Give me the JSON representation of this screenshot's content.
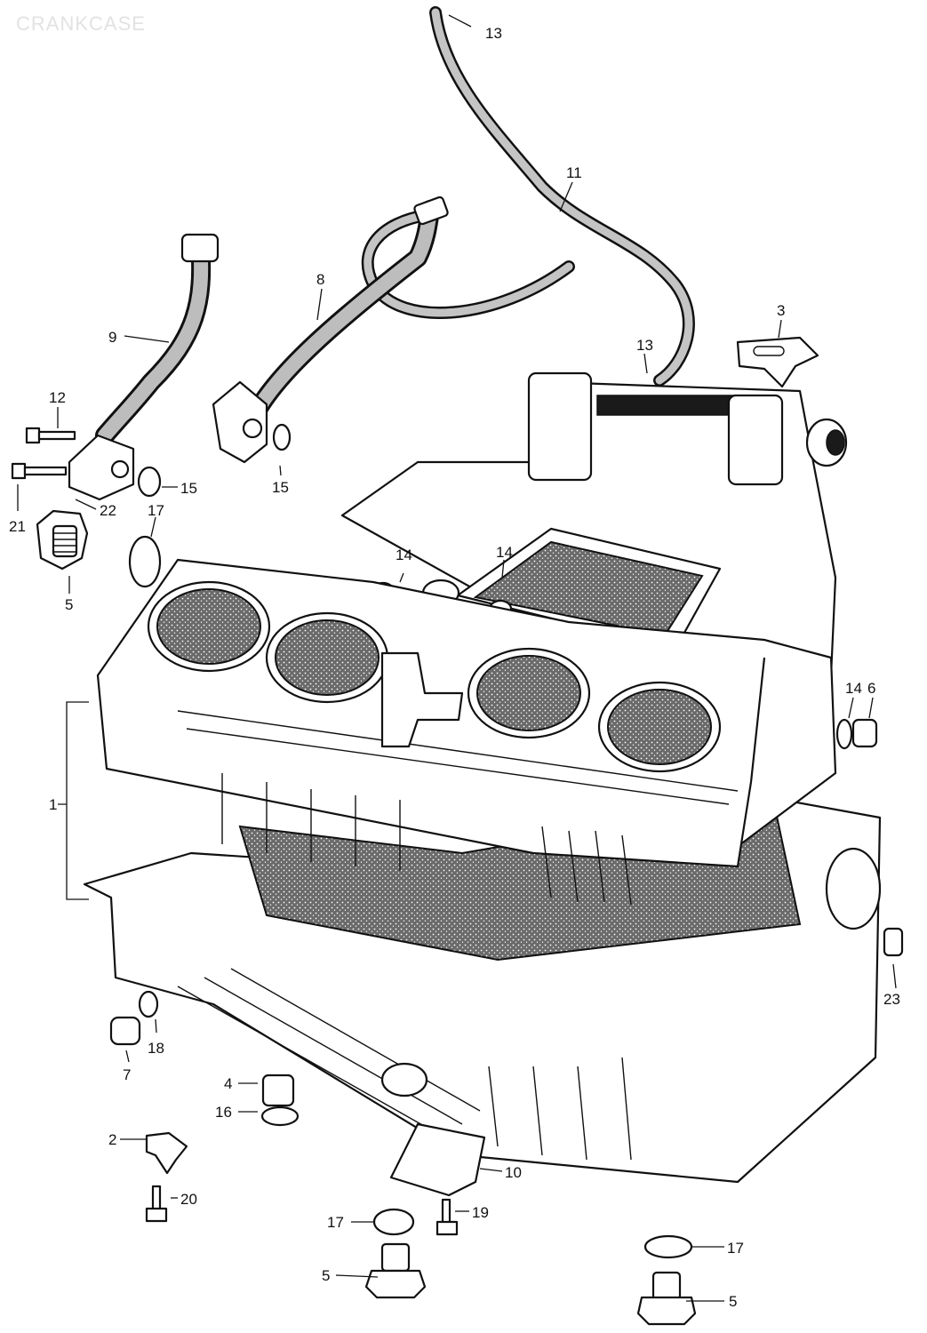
{
  "title": "CRANKCASE",
  "callouts": [
    {
      "key": "c13a",
      "text": "13"
    },
    {
      "key": "c11",
      "text": "11"
    },
    {
      "key": "c8",
      "text": "8"
    },
    {
      "key": "c3",
      "text": "3"
    },
    {
      "key": "c9",
      "text": "9"
    },
    {
      "key": "c13b",
      "text": "13"
    },
    {
      "key": "c12",
      "text": "12"
    },
    {
      "key": "c15a",
      "text": "15"
    },
    {
      "key": "c15b",
      "text": "15"
    },
    {
      "key": "c21",
      "text": "21"
    },
    {
      "key": "c22",
      "text": "22"
    },
    {
      "key": "c17a",
      "text": "17"
    },
    {
      "key": "c5a",
      "text": "5"
    },
    {
      "key": "c14a",
      "text": "14"
    },
    {
      "key": "c14b",
      "text": "14"
    },
    {
      "key": "c14c",
      "text": "14"
    },
    {
      "key": "c6",
      "text": "6"
    },
    {
      "key": "c1",
      "text": "1"
    },
    {
      "key": "c23",
      "text": "23"
    },
    {
      "key": "c7",
      "text": "7"
    },
    {
      "key": "c18",
      "text": "18"
    },
    {
      "key": "c4",
      "text": "4"
    },
    {
      "key": "c16",
      "text": "16"
    },
    {
      "key": "c2",
      "text": "2"
    },
    {
      "key": "c10",
      "text": "10"
    },
    {
      "key": "c20",
      "text": "20"
    },
    {
      "key": "c19",
      "text": "19"
    },
    {
      "key": "c17b",
      "text": "17"
    },
    {
      "key": "c17c",
      "text": "17"
    },
    {
      "key": "c5b",
      "text": "5"
    },
    {
      "key": "c5c",
      "text": "5"
    }
  ]
}
